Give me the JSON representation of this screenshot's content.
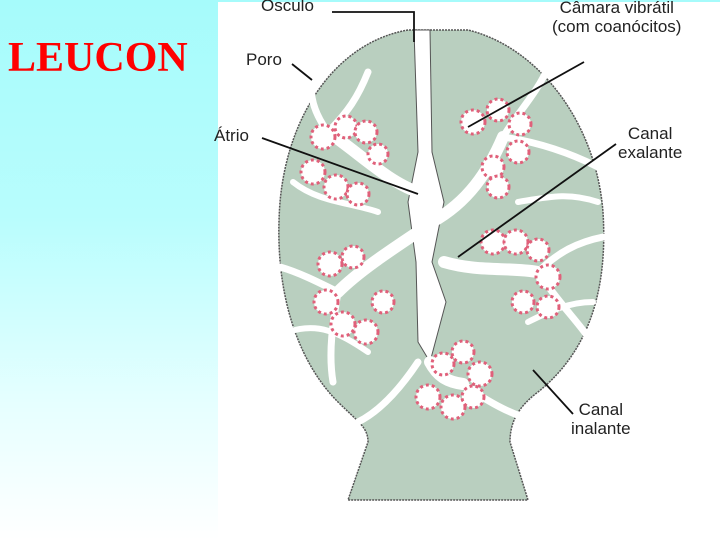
{
  "slide": {
    "title": "LEUCON",
    "title_color": "#ff0000",
    "background_gradient": [
      "#a6fbfb",
      "#ffffff"
    ]
  },
  "diagram": {
    "subject": "Leucon sponge body plan (cross-section)",
    "colors": {
      "tissue": "#b9cfbf",
      "outline": "#555555",
      "canal": "#ffffff",
      "choanocyte_fringe": "#e0607a",
      "choanocyte_accent": "#e0b040",
      "leader_line": "#111111"
    },
    "labels": {
      "osculo": "Ósculo",
      "poro": "Poro",
      "atrio": "Átrio",
      "camara_line1": "Câmara vibrátil",
      "camara_line2": "(com coanócitos)",
      "exalante_line1": "Canal",
      "exalante_line2": "exalante",
      "inalante_line1": "Canal",
      "inalante_line2": "inalante"
    }
  }
}
